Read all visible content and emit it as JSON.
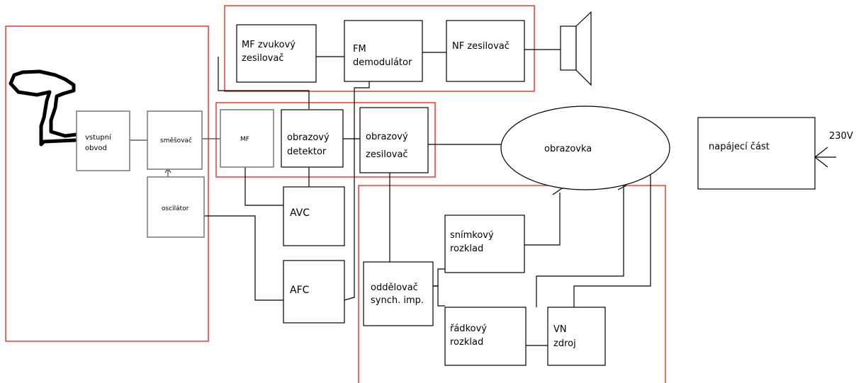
{
  "blocks": {
    "vstupni_obvod": [
      "vstupní",
      "obvod"
    ],
    "smesovac": [
      "směšovač"
    ],
    "oscilator": [
      "oscilátor"
    ],
    "mf": [
      "MF"
    ],
    "obrazovy_detektor": [
      "obrazový",
      "detektor"
    ],
    "obrazovy_zesilovac": [
      "obrazový",
      "zesilovač"
    ],
    "mf_zvukovy": [
      "MF zvukový",
      "zesilovač"
    ],
    "fm_demodulator": [
      "FM",
      "demodulátor"
    ],
    "nf_zesilovac": [
      "NF zesilovač"
    ],
    "avc": [
      "AVC"
    ],
    "afc": [
      "AFC"
    ],
    "oddelovac": [
      "oddělovač",
      "synch. imp."
    ],
    "snimkovy": [
      "snímkový",
      "rozklad"
    ],
    "radkovy": [
      "řádkový",
      "rozklad"
    ],
    "vn_zdroj": [
      "VN",
      "zdroj"
    ],
    "obrazovka": [
      "obrazovka"
    ],
    "napajeci": [
      "napájecí část"
    ]
  },
  "labels": {
    "voltage": "230V"
  },
  "colors": {
    "group_border": "#e0201c",
    "block_border": "#000000",
    "block_border_gray": "#7f7f7f"
  }
}
